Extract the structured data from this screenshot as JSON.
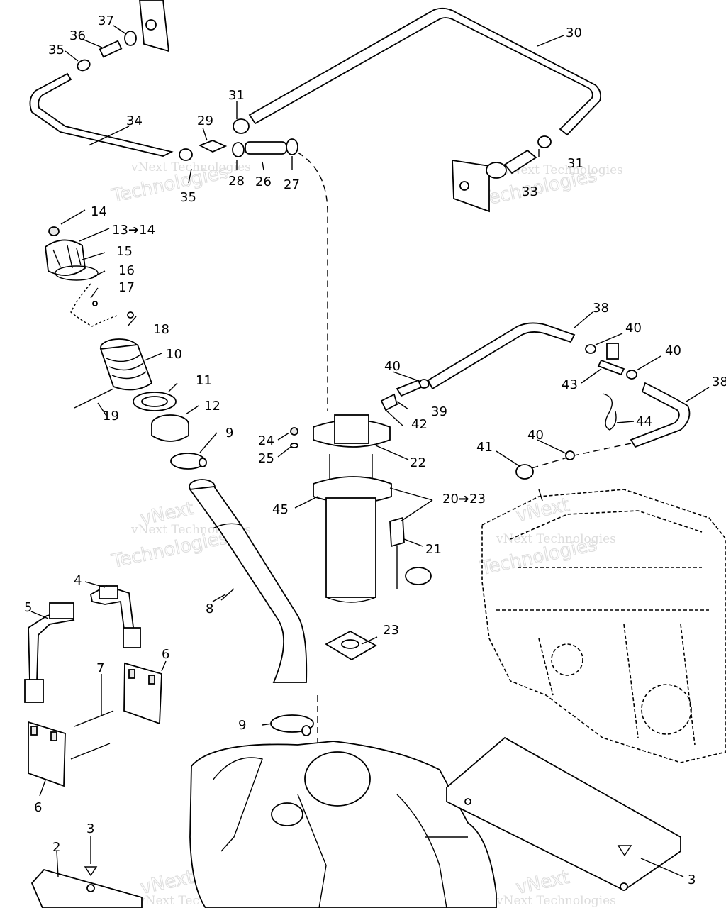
{
  "labels": {
    "l37": "37",
    "l36": "36",
    "l35a": "35",
    "l30": "30",
    "l31a": "31",
    "l34": "34",
    "l29": "29",
    "l28": "28",
    "l26": "26",
    "l27": "27",
    "l35b": "35",
    "l31b": "31",
    "l33": "33",
    "l14": "14",
    "l13": "13➔14",
    "l15": "15",
    "l16": "16",
    "l17": "17",
    "l18": "18",
    "l10": "10",
    "l11": "11",
    "l19": "19",
    "l12": "12",
    "l9a": "9",
    "l38a": "38",
    "l40a": "40",
    "l40b": "40",
    "l40c": "40",
    "l43": "43",
    "l38b": "38",
    "l39": "39",
    "l42": "42",
    "l44": "44",
    "l24": "24",
    "l25": "25",
    "l22": "22",
    "l40d": "40",
    "l41": "41",
    "l45": "45",
    "l20": "20➔23",
    "l21": "21",
    "l8": "8",
    "l4": "4",
    "l5": "5",
    "l6a": "6",
    "l7": "7",
    "l23": "23",
    "l9b": "9",
    "l6b": "6",
    "l3a": "3",
    "l2": "2",
    "l3b": "3"
  },
  "watermark": {
    "line1": "vNext Technologies",
    "line2": "Technologies",
    "line3": "vNext"
  }
}
